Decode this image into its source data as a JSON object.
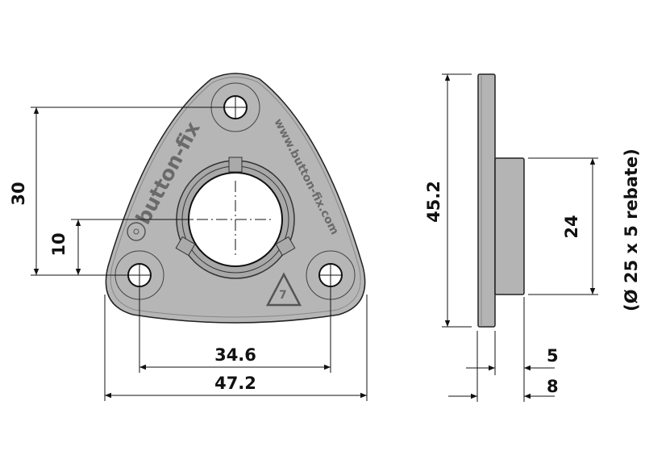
{
  "drawing": {
    "front_view": {
      "brand_text": "button-fix",
      "url_text": "www.button-fix.com",
      "recycle_code": "7"
    },
    "dimensions": {
      "hole_spacing_vertical": "30",
      "center_offset": "10",
      "hole_spacing_horizontal": "34.6",
      "overall_width": "47.2",
      "overall_height": "45.2",
      "boss_diameter": "24",
      "plate_thickness": "5",
      "total_depth": "8",
      "rebate_note": "(Ø 25 x 5 rebate)"
    },
    "colors": {
      "part_fill": "#b4b4b4",
      "line": "#111111"
    }
  }
}
